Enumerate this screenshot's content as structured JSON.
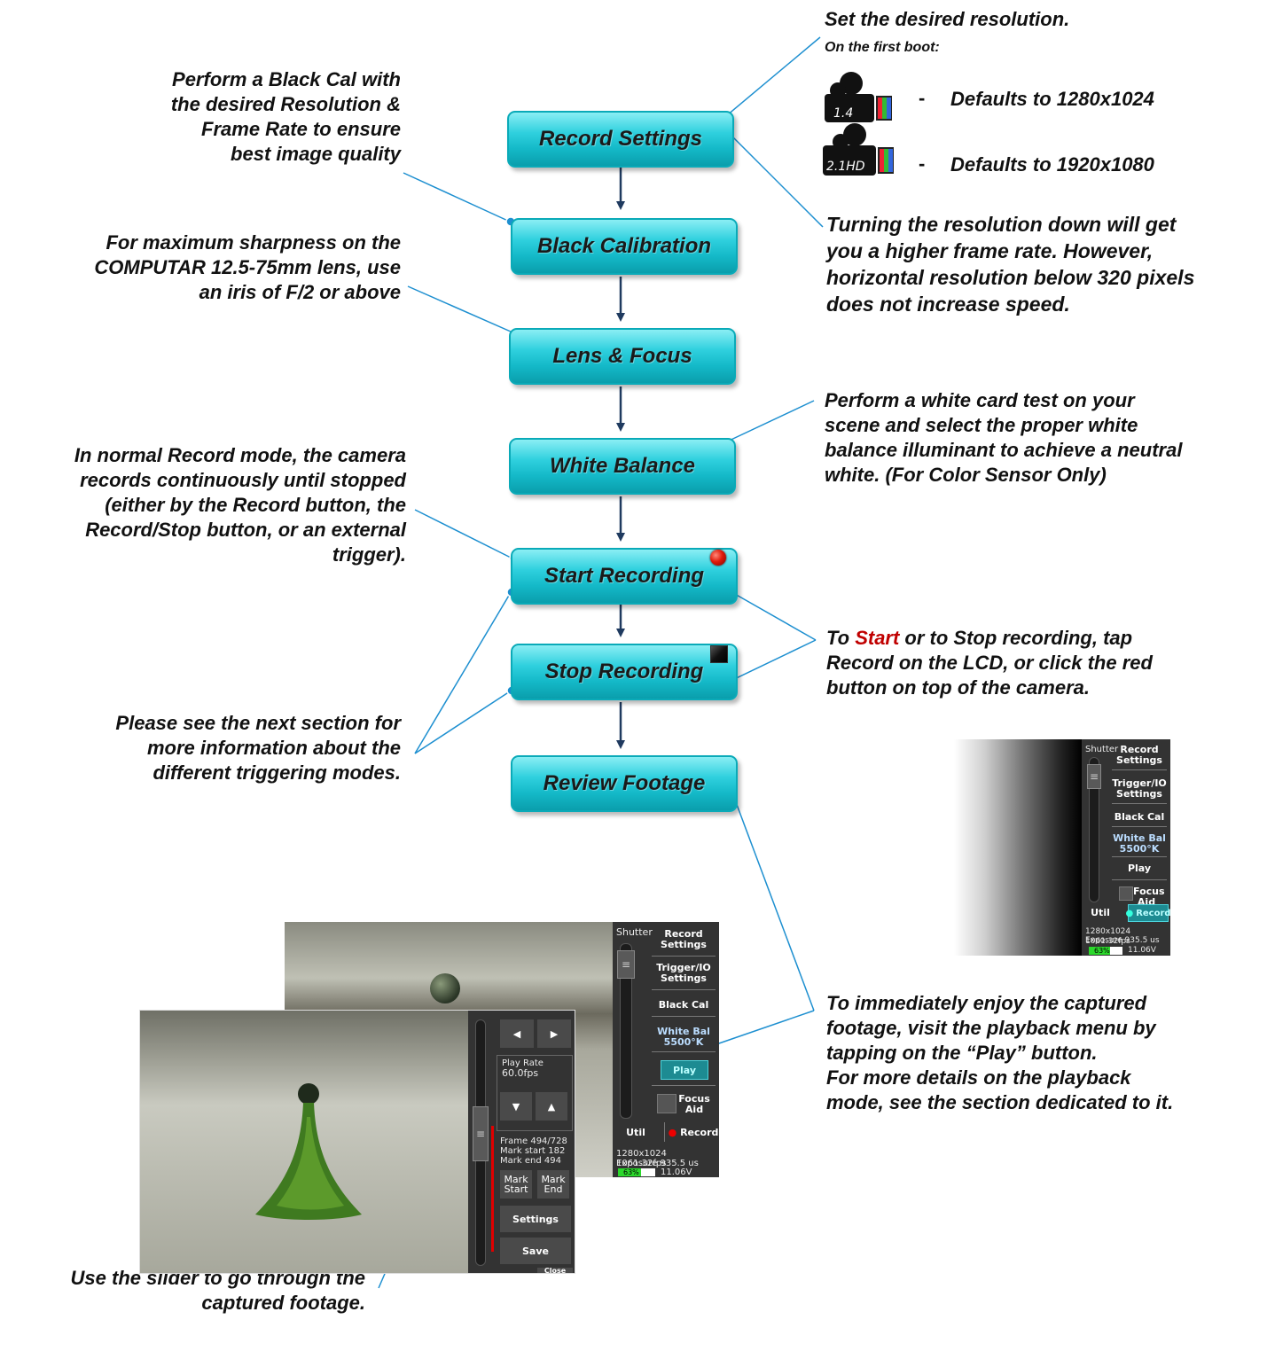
{
  "flow": {
    "steps": [
      {
        "label": "Record Settings"
      },
      {
        "label": "Black Calibration"
      },
      {
        "label": "Lens & Focus"
      },
      {
        "label": "White Balance"
      },
      {
        "label": "Start Recording"
      },
      {
        "label": "Stop Recording"
      },
      {
        "label": "Review Footage"
      }
    ]
  },
  "notes": {
    "set_resolution": "Set the desired resolution.",
    "first_boot": "On the first boot:",
    "cam14_badge": "1.4",
    "cam21_badge": "2.1HD",
    "dash": "-",
    "default_14": "Defaults to 1280x1024",
    "default_21": "Defaults to 1920x1080",
    "turning": [
      "Turning the resolution down will get",
      "you a higher frame rate. However,",
      "horizontal resolution below 320 pixels",
      "does not increase speed."
    ],
    "black_cal": [
      "Perform a Black Cal with",
      "the desired Resolution &",
      "Frame Rate to ensure",
      "best image quality"
    ],
    "sharpness": [
      "For maximum sharpness on the",
      "COMPUTAR 12.5-75mm lens, use",
      "an iris of F/2 or above"
    ],
    "white_card": [
      "Perform a white card test on your",
      "scene and select the proper white",
      "balance illuminant to achieve a neutral",
      "white. (For Color Sensor Only)"
    ],
    "normal_record": [
      "In normal Record mode, the camera",
      "records continuously until stopped",
      "(either by the Record button, the",
      "Record/Stop button, or an external",
      "trigger)."
    ],
    "to_start": {
      "prefix": "To ",
      "start": "Start",
      "rest1": " or to Stop recording, tap",
      "line2": "Record on the LCD, or click the red",
      "line3": "button on top of the camera."
    },
    "next_section": [
      "Please see the next section for",
      "more information about the",
      "different triggering modes."
    ],
    "enjoy": [
      "To immediately enjoy the captured",
      "footage, visit the playback menu by",
      "tapping on the “Play” button.",
      "For more details on the playback",
      "mode, see the section dedicated to it."
    ],
    "slider": [
      "Use the slider to go through the",
      "captured footage."
    ]
  },
  "lcd_main": {
    "shutter": "Shutter",
    "record_settings": [
      "Record",
      "Settings"
    ],
    "trigger_settings": [
      "Trigger/IO",
      "Settings"
    ],
    "black_cal": "Black Cal",
    "white_bal": [
      "White Bal",
      "5500°K"
    ],
    "play": "Play",
    "focus_aid": [
      "Focus",
      "Aid"
    ],
    "util": "Util",
    "record": "Record",
    "status_line1": "1280x1024 1061.32fps",
    "status_line2": "Exposure 935.5 us",
    "battery_pct": "63%",
    "battery_pct_value": 63,
    "voltage": "11.06V"
  },
  "lcd_playback": {
    "prev": "◀",
    "next": "▶",
    "play_rate_label": "Play Rate",
    "play_rate_value": "60.0fps",
    "down": "▼",
    "up": "▲",
    "frame": "Frame 494/728",
    "mark_start_info": "Mark start 182",
    "mark_end_info": "Mark end 494",
    "mark_start_btn": [
      "Mark",
      "Start"
    ],
    "mark_end_btn": [
      "Mark",
      "End"
    ],
    "settings": "Settings",
    "save": "Save",
    "close": "Close"
  },
  "colors": {
    "step_fill": "#14b9c8",
    "connector": "#1f3a5f",
    "leader": "#1d8fd0",
    "start_word": "#c00000"
  }
}
